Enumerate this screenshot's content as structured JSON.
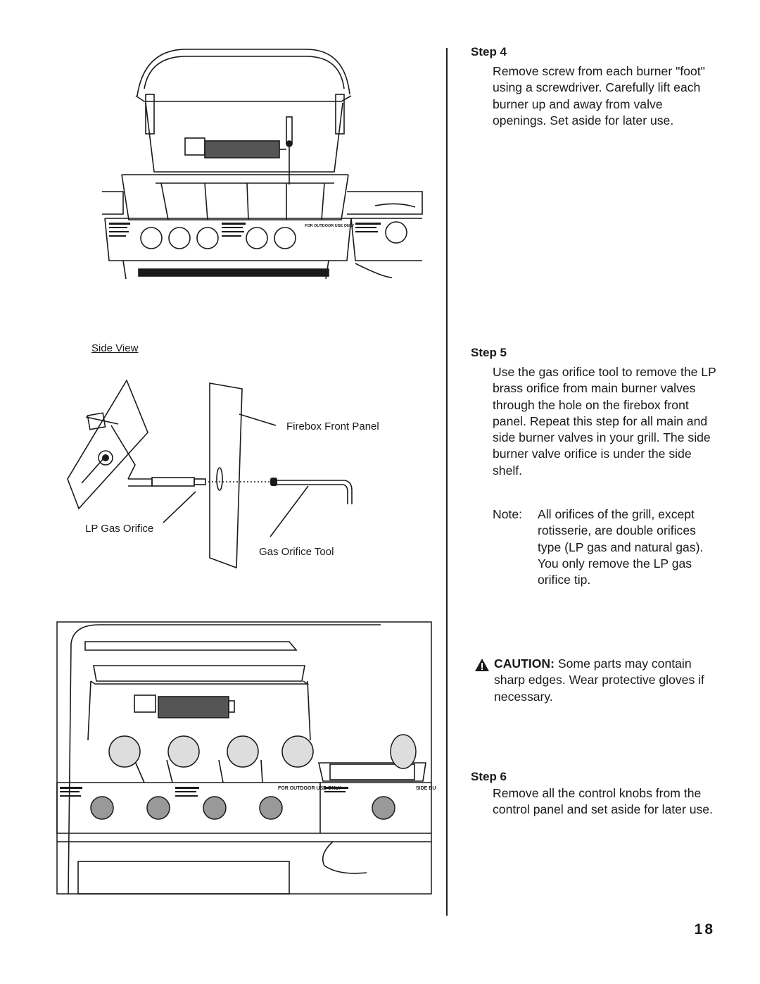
{
  "steps": {
    "step4": {
      "title": "Step 4",
      "text": "Remove screw from each burner \"foot\" using a screwdriver. Carefully lift each burner up and away from valve openings. Set aside for later use."
    },
    "step5": {
      "title": "Step 5",
      "text": "Use the gas orifice tool to remove the LP brass orifice from main burner valves through the hole on the firebox front panel. Repeat this step for all main and side burner valves in your grill. The side burner valve orifice is under the side shelf."
    },
    "step6": {
      "title": "Step 6",
      "text": "Remove all the control knobs from the control panel and set aside for later use."
    }
  },
  "note": {
    "label": "Note:",
    "text": "All orifices of the grill, except rotisserie, are double orifices type (LP gas and natural gas). You only remove the LP gas orifice tip."
  },
  "caution": {
    "label": "CAUTION:",
    "text": " Some parts may contain sharp edges. Wear protective gloves if necessary."
  },
  "diagram_labels": {
    "side_view": "Side View",
    "firebox_front_panel": "Firebox Front Panel",
    "lp_gas_orifice": "LP Gas Orifice",
    "gas_orifice_tool": "Gas Orifice Tool"
  },
  "panel_text": {
    "for_outdoor_use_only": "FOR OUTDOOR USE ONLY",
    "side_burner": "SIDE BU"
  },
  "page_number": "18"
}
